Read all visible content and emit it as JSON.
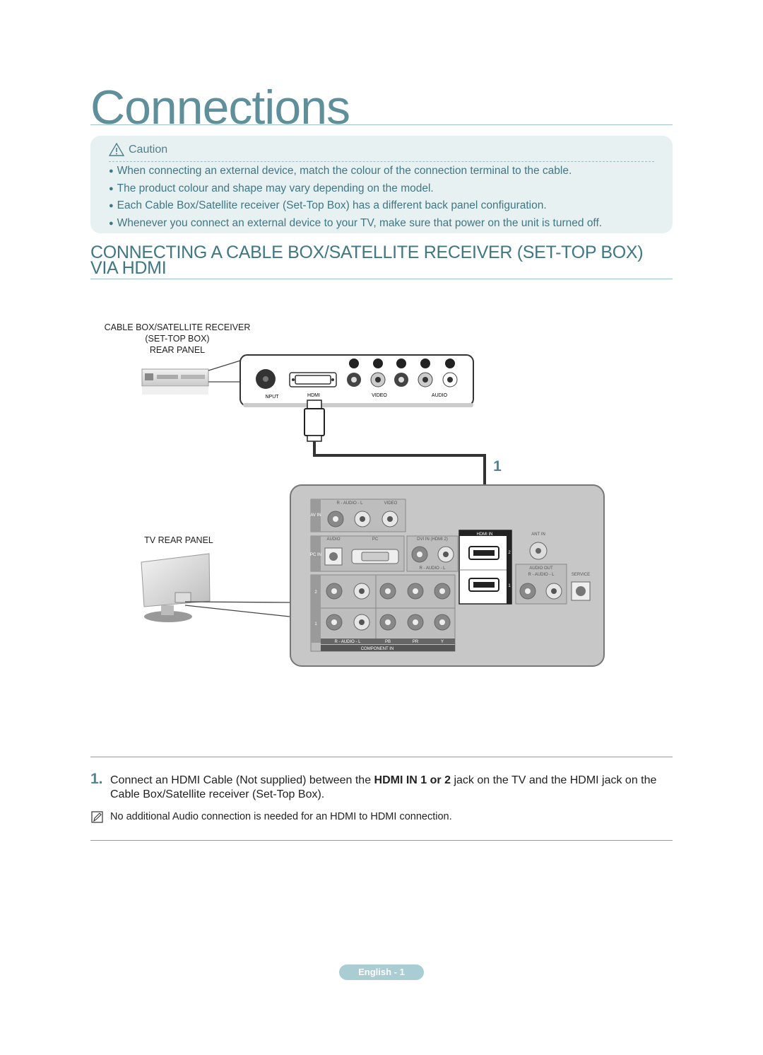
{
  "page": {
    "title": "Connections",
    "footer": "English - 1"
  },
  "caution": {
    "heading": "Caution",
    "icon": "warning-triangle-icon",
    "items": [
      "When connecting an external device, match the colour of the connection terminal to the cable.",
      "The product colour and shape may vary depending on the model.",
      "Each Cable Box/Satellite receiver (Set-Top Box) has a different back panel configuration.",
      "Whenever you connect an external device to your TV, make sure that power on the unit is turned off."
    ]
  },
  "section": {
    "title_line1": "CONNECTING A CABLE BOX/SATELLITE RECEIVER (SET-TOP BOX)",
    "title_line2": "VIA HDMI"
  },
  "diagram": {
    "stb_label_line1": "CABLE BOX/SATELLITE RECEIVER",
    "stb_label_line2": "(SET-TOP BOX)",
    "stb_label_line3": "REAR PANEL",
    "tv_label": "TV REAR PANEL",
    "cable_number": "1",
    "stb_ports": {
      "input": "NPUT",
      "hdmi": "HDMI",
      "video": "VIDEO",
      "audio": "AUDIO"
    },
    "tv_ports": {
      "av_in": "AV IN",
      "audio_rl": "R - AUDIO - L",
      "video": "VIDEO",
      "audio": "AUDIO",
      "pc": "PC",
      "pc_in": "PC IN",
      "dvi_in": "DVI IN (HDMI 2)",
      "audio_rl2": "R - AUDIO - L",
      "hdmi_in": "HDMI IN",
      "hdmi_2": "2",
      "hdmi_1": "1",
      "ant_in": "ANT IN",
      "audio_out": "AUDIO OUT",
      "audio_out_rl": "R - AUDIO - L",
      "service": "SERVICE",
      "comp_2": "2",
      "comp_1": "1",
      "comp_audio": "R - AUDIO - L",
      "pb": "PB",
      "pr": "PR",
      "y": "Y",
      "component_in": "COMPONENT IN"
    }
  },
  "steps": [
    {
      "number": "1.",
      "text_before": "Connect an HDMI Cable (Not supplied) between the ",
      "text_bold": "HDMI IN 1 or 2",
      "text_after": " jack on the TV and the HDMI jack on the Cable Box/Satellite receiver (Set-Top Box)."
    }
  ],
  "note": {
    "icon": "note-pencil-icon",
    "text": "No additional Audio connection is needed for an HDMI to HDMI connection."
  },
  "colors": {
    "accent": "#5e8f9a",
    "caution_bg": "#e8f1f2",
    "footer_bg": "#a9cdd2"
  }
}
